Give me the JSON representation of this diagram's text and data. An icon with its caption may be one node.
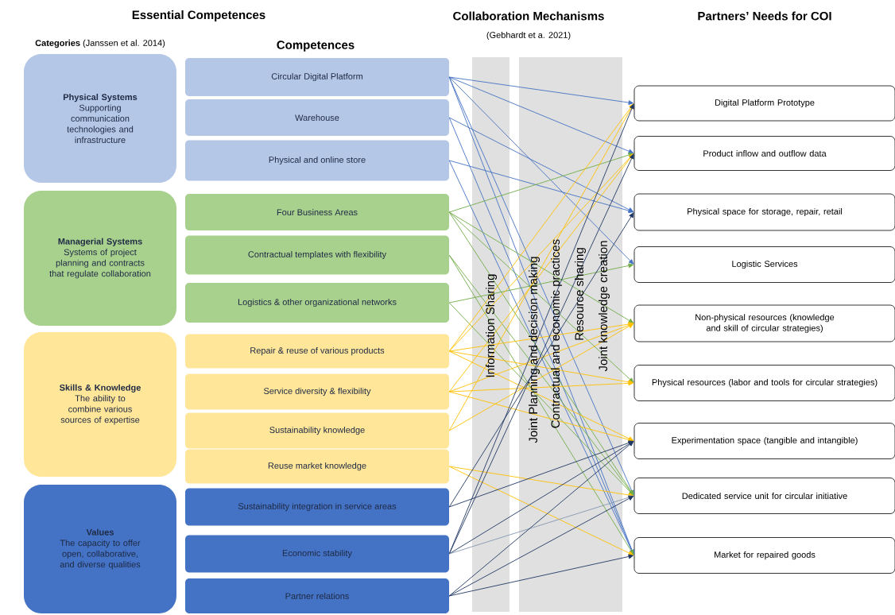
{
  "diagram": {
    "nodes": [
      {
        "text": [
          "Physical Systems",
          "Supporting communication technologies and infrastructure"
        ]
      },
      {
        "text": [
          "Managerial Systems",
          "Systems of project planning and contracts that regulate collaboration"
        ]
      },
      {
        "text": [
          "Skills & Knowledge",
          "The ability to combine various sources of expertise"
        ]
      },
      {
        "text": [
          "Values",
          "The capacity to offer open, collaborative, and diverse qualities"
        ]
      },
      {
        "text": [
          "Circular Digital Platform"
        ]
      },
      {
        "text": [
          "Warehouse"
        ]
      },
      {
        "text": [
          "Physical and online store"
        ]
      },
      {
        "text": [
          "Four Business Areas"
        ]
      },
      {
        "text": [
          "Contractual templates with flexibility"
        ]
      },
      {
        "text": [
          "Logistics & other organizational networks"
        ]
      },
      {
        "text": [
          "Repair & reuse of various products"
        ]
      },
      {
        "text": [
          "Service diversity & flexibility"
        ]
      },
      {
        "text": [
          "Sustainability knowledge"
        ]
      },
      {
        "text": [
          "Reuse market knowledge"
        ]
      },
      {
        "text": [
          "Sustainability integration in service areas"
        ]
      },
      {
        "text": [
          "Economic stability"
        ]
      },
      {
        "text": [
          "Partner relations"
        ]
      },
      {
        "text": [
          "Digital Platform Prototype"
        ]
      },
      {
        "text": [
          "Product inflow and outflow data"
        ]
      },
      {
        "text": [
          "Physical space for storage, repair, retail"
        ]
      },
      {
        "text": [
          "Logistic Services"
        ]
      },
      {
        "text": [
          "Non-physical resources (knowledge and skill of circular strategies)"
        ]
      },
      {
        "text": [
          "Physical resources (labor and tools for circular strategies)"
        ]
      },
      {
        "text": [
          "Experimentation space (tangible and intangible)"
        ]
      },
      {
        "text": [
          "Dedicated service unit for circular initiative"
        ]
      },
      {
        "text": [
          "Market for repaired goods"
        ]
      }
    ],
    "edges": [
      {
        "from": 4,
        "to": 17,
        "arrow": "to",
        "color": "#4472c4"
      },
      {
        "from": 4,
        "to": 18,
        "arrow": "to",
        "color": "#4472c4"
      },
      {
        "from": 4,
        "to": 20,
        "arrow": "to",
        "color": "#4472c4"
      },
      {
        "from": 4,
        "to": 24,
        "arrow": "to",
        "color": "#4472c4"
      },
      {
        "from": 4,
        "to": 25,
        "arrow": "to",
        "color": "#4472c4"
      },
      {
        "from": 5,
        "to": 19,
        "arrow": "to",
        "color": "#4472c4"
      },
      {
        "from": 5,
        "to": 25,
        "arrow": "to",
        "color": "#4472c4"
      },
      {
        "from": 6,
        "to": 19,
        "arrow": "to",
        "color": "#4472c4"
      },
      {
        "from": 6,
        "to": 25,
        "arrow": "to",
        "color": "#4472c4"
      },
      {
        "from": 7,
        "to": 18,
        "arrow": "to",
        "color": "#70ad47"
      },
      {
        "from": 7,
        "to": 21,
        "arrow": "to",
        "color": "#70ad47"
      },
      {
        "from": 7,
        "to": 22,
        "arrow": "to",
        "color": "#70ad47"
      },
      {
        "from": 7,
        "to": 24,
        "arrow": "to",
        "color": "#70ad47"
      },
      {
        "from": 8,
        "to": 24,
        "arrow": "to",
        "color": "#70ad47"
      },
      {
        "from": 8,
        "to": 25,
        "arrow": "to",
        "color": "#70ad47"
      },
      {
        "from": 9,
        "to": 20,
        "arrow": "to",
        "color": "#70ad47"
      },
      {
        "from": 9,
        "to": 24,
        "arrow": "to",
        "color": "#70ad47"
      },
      {
        "from": 10,
        "to": 17,
        "arrow": "to",
        "color": "#ffc000"
      },
      {
        "from": 10,
        "to": 18,
        "arrow": "to",
        "color": "#ffc000"
      },
      {
        "from": 10,
        "to": 21,
        "arrow": "to",
        "color": "#ffc000"
      },
      {
        "from": 10,
        "to": 22,
        "arrow": "to",
        "color": "#ffc000"
      },
      {
        "from": 10,
        "to": 23,
        "arrow": "to",
        "color": "#ffc000"
      },
      {
        "from": 11,
        "to": 18,
        "arrow": "to",
        "color": "#ffc000"
      },
      {
        "from": 11,
        "to": 21,
        "arrow": "to",
        "color": "#ffc000"
      },
      {
        "from": 11,
        "to": 22,
        "arrow": "to",
        "color": "#ffc000"
      },
      {
        "from": 11,
        "to": 23,
        "arrow": "to",
        "color": "#ffc000"
      },
      {
        "from": 12,
        "to": 17,
        "arrow": "to",
        "color": "#ffc000"
      },
      {
        "from": 12,
        "to": 21,
        "arrow": "to",
        "color": "#ffc000"
      },
      {
        "from": 13,
        "to": 24,
        "arrow": "to",
        "color": "#ffc000"
      },
      {
        "from": 13,
        "to": 25,
        "arrow": "to",
        "color": "#ffc000"
      },
      {
        "from": 14,
        "to": 19,
        "arrow": "to",
        "color": "#203864"
      },
      {
        "from": 14,
        "to": 23,
        "arrow": "to",
        "color": "#203864"
      },
      {
        "from": 15,
        "to": 17,
        "arrow": "to",
        "color": "#203864"
      },
      {
        "from": 15,
        "to": 18,
        "arrow": "to",
        "color": "#203864"
      },
      {
        "from": 15,
        "to": 23,
        "arrow": "to",
        "color": "#203864"
      },
      {
        "from": 15,
        "to": 24,
        "arrow": "to",
        "color": "#8497b0"
      },
      {
        "from": 16,
        "to": 23,
        "arrow": "to",
        "color": "#203864"
      },
      {
        "from": 16,
        "to": 24,
        "arrow": "to",
        "color": "#203864"
      },
      {
        "from": 16,
        "to": 25,
        "arrow": "to",
        "color": "#203864"
      }
    ],
    "labels": [
      "Essential Competences",
      "Collaboration Mechanisms",
      "Partners’ Needs for COI",
      "**Categories** (Janssen et al. 2014)",
      "(Gebhardt et a. 2021)",
      "Competences",
      "Information Sharing",
      "Joint Planning and decision making",
      "Contractual and economic practices",
      "Resource sharing",
      "Joint knowledge creation"
    ]
  }
}
